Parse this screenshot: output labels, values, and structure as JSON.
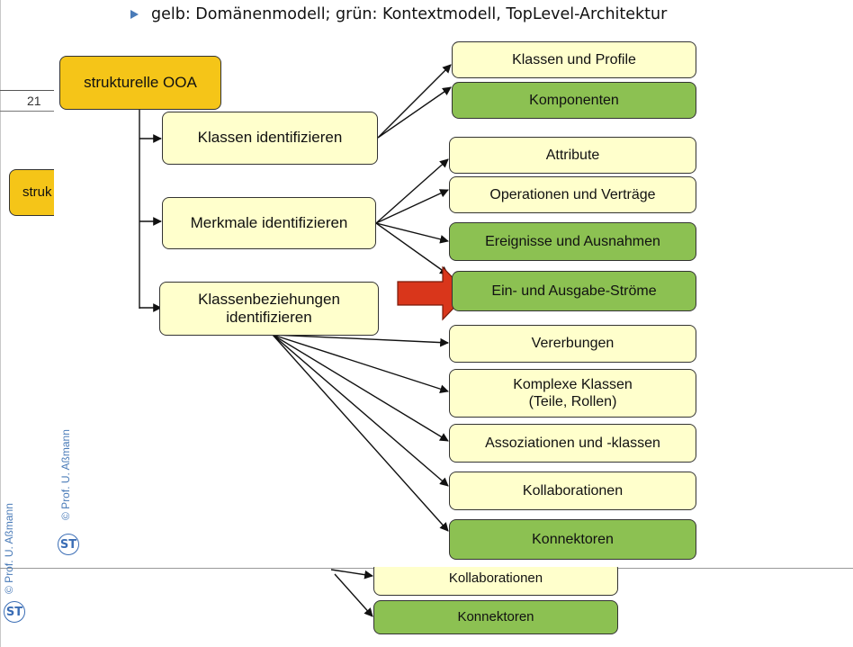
{
  "bullet": {
    "text": "gelb: Domänenmodell; grün: Kontextmodell, TopLevel-Architektur",
    "color": "#4a7bb8"
  },
  "background_slide": {
    "page_number": "21",
    "partial_box_label": "struk",
    "footer": "Prof. U. Aßmann",
    "copyright": "©",
    "logo": "ST",
    "bottom_boxes": [
      "Kollaborationen",
      "Konnektoren"
    ]
  },
  "foreground_slide": {
    "footer": "Prof. U. Aßmann",
    "copyright": "©",
    "logo": "ST"
  },
  "diagram": {
    "root": "strukturelle OOA",
    "tasks": [
      "Klassen identifizieren",
      "Merkmale identifizieren",
      "Klassenbeziehungen\nidentifizieren"
    ],
    "results": [
      {
        "label": "Klassen und Profile",
        "color": "yellow"
      },
      {
        "label": "Komponenten",
        "color": "green"
      },
      {
        "label": "Attribute",
        "color": "yellow"
      },
      {
        "label": "Operationen und Verträge",
        "color": "yellow"
      },
      {
        "label": "Ereignisse und Ausnahmen",
        "color": "green"
      },
      {
        "label": "Ein- und Ausgabe-Ströme",
        "color": "green"
      },
      {
        "label": "Vererbungen",
        "color": "yellow"
      },
      {
        "label": "Komplexe Klassen\n(Teile, Rollen)",
        "color": "yellow"
      },
      {
        "label": "Assoziationen und -klassen",
        "color": "yellow"
      },
      {
        "label": "Kollaborationen",
        "color": "yellow"
      },
      {
        "label": "Konnektoren",
        "color": "green"
      }
    ],
    "colors": {
      "yellow": "#ffffcc",
      "green": "#8cc152",
      "root": "#f5c518",
      "highlight_arrow": "#d9361b"
    }
  }
}
